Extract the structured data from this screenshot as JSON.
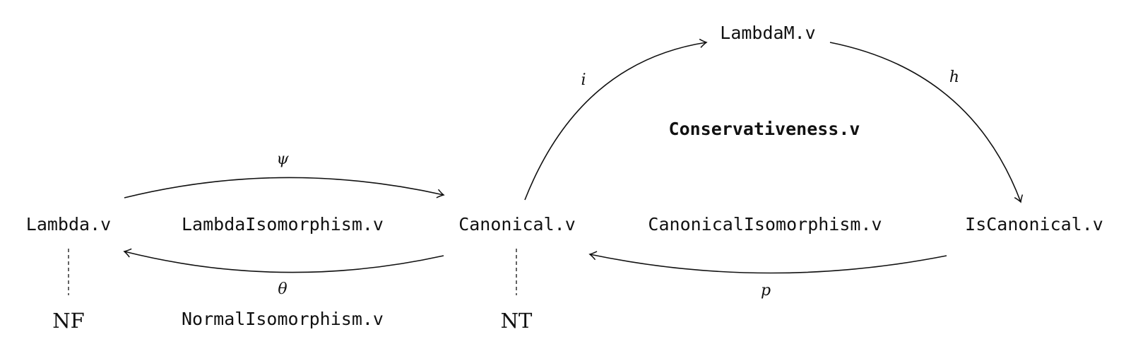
{
  "nodes": {
    "lambda": "Lambda.v",
    "canonical": "Canonical.v",
    "is_canonical": "IsCanonical.v",
    "lambda_m": "LambdaM.v",
    "nf": "NF",
    "nt": "NT"
  },
  "regions": {
    "lambda_isomorphism": "LambdaIsomorphism.v",
    "canonical_isomorphism": "CanonicalIsomorphism.v",
    "normal_isomorphism": "NormalIsomorphism.v",
    "conservativeness": "Conservativeness.v"
  },
  "edges": {
    "psi": "ψ",
    "theta": "θ",
    "i": "i",
    "h": "h",
    "p": "p"
  }
}
